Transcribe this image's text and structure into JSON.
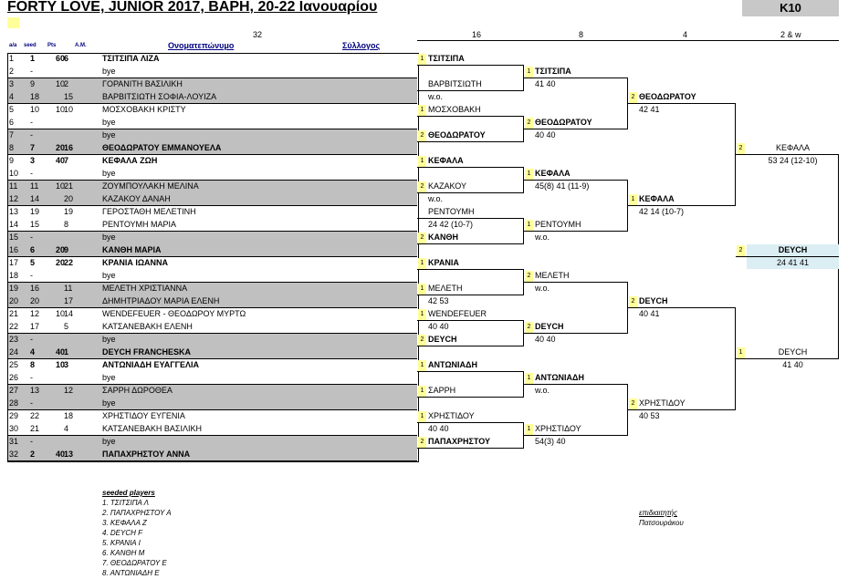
{
  "title": "FORTY LOVE, JUNIOR 2017, ΒΑΡΗ, 20-22 Ιανουαρίου",
  "category": "K10",
  "headers": {
    "aa": "a/a",
    "seed": "seed",
    "pts": "Pts",
    "am": "A.M.",
    "name": "Ονοματεπώνυμο",
    "club": "Σύλλογος",
    "r32": "32",
    "r16": "16",
    "r8": "8",
    "r4": "4",
    "final": "2 & w"
  },
  "rows": [
    {
      "n": "1",
      "seed": "1",
      "pts": "60",
      "am": "6",
      "name": "ΤΣΙΤΣΙΠΑ ΛΙΖΑ",
      "bold": true,
      "gray": false
    },
    {
      "n": "2",
      "seed": "-",
      "pts": "",
      "am": "",
      "name": "bye",
      "bold": false,
      "gray": false
    },
    {
      "n": "3",
      "seed": "9",
      "pts": "10",
      "am": "2",
      "name": "ΓΟΡΑΝΙΤΗ ΒΑΣΙΛΙΚΗ",
      "bold": false,
      "gray": true
    },
    {
      "n": "4",
      "seed": "18",
      "pts": "",
      "am": "15",
      "name": "ΒΑΡΒΙΤΣΙΩΤΗ ΣΟΦΙΑ-ΛΟΥΙΖΑ",
      "bold": false,
      "gray": true
    },
    {
      "n": "5",
      "seed": "10",
      "pts": "10",
      "am": "10",
      "name": "ΜΟΣΧΟΒΑΚΗ ΚΡΙΣΤΥ",
      "bold": false,
      "gray": false
    },
    {
      "n": "6",
      "seed": "-",
      "pts": "",
      "am": "",
      "name": "bye",
      "bold": false,
      "gray": false
    },
    {
      "n": "7",
      "seed": "-",
      "pts": "",
      "am": "",
      "name": "bye",
      "bold": false,
      "gray": true
    },
    {
      "n": "8",
      "seed": "7",
      "pts": "20",
      "am": "16",
      "name": "ΘΕΟΔΩΡΑΤΟΥ ΕΜΜΑΝΟΥΕΛΑ",
      "bold": true,
      "gray": true
    },
    {
      "n": "9",
      "seed": "3",
      "pts": "40",
      "am": "7",
      "name": "ΚΕΦΑΛΑ ΖΩΗ",
      "bold": true,
      "gray": false
    },
    {
      "n": "10",
      "seed": "-",
      "pts": "",
      "am": "",
      "name": "bye",
      "bold": false,
      "gray": false
    },
    {
      "n": "11",
      "seed": "11",
      "pts": "10",
      "am": "21",
      "name": "ΖΟΥΜΠΟΥΛΑΚΗ ΜΕΛΙΝΑ",
      "bold": false,
      "gray": true
    },
    {
      "n": "12",
      "seed": "14",
      "pts": "",
      "am": "20",
      "name": "ΚΑΖΑΚΟΥ ΔΑΝΑΗ",
      "bold": false,
      "gray": true
    },
    {
      "n": "13",
      "seed": "19",
      "pts": "",
      "am": "19",
      "name": "ΓΕΡΟΣΤΑΘΗ ΜΕΛΕΤΙΝΗ",
      "bold": false,
      "gray": false
    },
    {
      "n": "14",
      "seed": "15",
      "pts": "",
      "am": "8",
      "name": "ΡΕΝΤΟΥΜΗ ΜΑΡΙΑ",
      "bold": false,
      "gray": false
    },
    {
      "n": "15",
      "seed": "-",
      "pts": "",
      "am": "",
      "name": "bye",
      "bold": false,
      "gray": true
    },
    {
      "n": "16",
      "seed": "6",
      "pts": "20",
      "am": "9",
      "name": "ΚΑΝΘΗ ΜΑΡΙΑ",
      "bold": true,
      "gray": true
    },
    {
      "n": "17",
      "seed": "5",
      "pts": "20",
      "am": "22",
      "name": "ΚΡΑΝΙΑ ΙΩΑΝΝΑ",
      "bold": true,
      "gray": false
    },
    {
      "n": "18",
      "seed": "-",
      "pts": "",
      "am": "",
      "name": "bye",
      "bold": false,
      "gray": false
    },
    {
      "n": "19",
      "seed": "16",
      "pts": "",
      "am": "11",
      "name": "ΜΕΛΕΤΗ ΧΡΙΣΤΙΑΝΝΑ",
      "bold": false,
      "gray": true
    },
    {
      "n": "20",
      "seed": "20",
      "pts": "",
      "am": "17",
      "name": "ΔΗΜΗΤΡΙΑΔΟΥ ΜΑΡΙΑ ΕΛΕΝΗ",
      "bold": false,
      "gray": true
    },
    {
      "n": "21",
      "seed": "12",
      "pts": "10",
      "am": "14",
      "name": "WENDEFEUER - ΘΕΟΔΩΡΟΥ ΜΥΡΤΩ",
      "bold": false,
      "gray": false
    },
    {
      "n": "22",
      "seed": "17",
      "pts": "",
      "am": "5",
      "name": "ΚΑΤΣΑΝΕΒΑΚΗ ΕΛΕΝΗ",
      "bold": false,
      "gray": false
    },
    {
      "n": "23",
      "seed": "-",
      "pts": "",
      "am": "",
      "name": "bye",
      "bold": false,
      "gray": true
    },
    {
      "n": "24",
      "seed": "4",
      "pts": "40",
      "am": "1",
      "name": "DEYCH FRANCHESKA",
      "bold": true,
      "gray": true
    },
    {
      "n": "25",
      "seed": "8",
      "pts": "10",
      "am": "3",
      "name": "ΑΝΤΩΝΙΑΔΗ ΕΥΑΓΓΕΛΙΑ",
      "bold": true,
      "gray": false
    },
    {
      "n": "26",
      "seed": "-",
      "pts": "",
      "am": "",
      "name": "bye",
      "bold": false,
      "gray": false
    },
    {
      "n": "27",
      "seed": "13",
      "pts": "",
      "am": "12",
      "name": "ΣΑΡΡΗ ΔΩΡΟΘΕΑ",
      "bold": false,
      "gray": true
    },
    {
      "n": "28",
      "seed": "-",
      "pts": "",
      "am": "",
      "name": "bye",
      "bold": false,
      "gray": true
    },
    {
      "n": "29",
      "seed": "22",
      "pts": "",
      "am": "18",
      "name": "ΧΡΗΣΤΙΔΟΥ ΕΥΓΕΝΙΑ",
      "bold": false,
      "gray": false
    },
    {
      "n": "30",
      "seed": "21",
      "pts": "",
      "am": "4",
      "name": "ΚΑΤΣΑΝΕΒΑΚΗ ΒΑΣΙΛΙΚΗ",
      "bold": false,
      "gray": false
    },
    {
      "n": "31",
      "seed": "-",
      "pts": "",
      "am": "",
      "name": "bye",
      "bold": false,
      "gray": true
    },
    {
      "n": "32",
      "seed": "2",
      "pts": "40",
      "am": "13",
      "name": "ΠΑΠΑΧΡΗΣΤΟΥ ΑΝΝΑ",
      "bold": true,
      "gray": true
    }
  ],
  "round16": [
    {
      "seed": "1",
      "winner": "ΤΣΙΤΣΙΠΑ",
      "score": "",
      "bold": true
    },
    {
      "seed": "",
      "winner": "ΒΑΡΒΙΤΣΙΩΤΗ",
      "score": "w.o.",
      "bold": false
    },
    {
      "seed": "1",
      "winner": "ΜΟΣΧΟΒΑΚΗ",
      "score": "",
      "bold": false
    },
    {
      "seed": "2",
      "winner": "ΘΕΟΔΩΡΑΤΟΥ",
      "score": "",
      "bold": true
    },
    {
      "seed": "1",
      "winner": "ΚΕΦΑΛΑ",
      "score": "",
      "bold": true
    },
    {
      "seed": "2",
      "winner": "ΚΑΖΑΚΟΥ",
      "score": "w.o.",
      "bold": false
    },
    {
      "seed": "",
      "winner": "ΡΕΝΤΟΥΜΗ",
      "score": "24 42 (10-7)",
      "bold": false
    },
    {
      "seed": "2",
      "winner": "ΚΑΝΘΗ",
      "score": "",
      "bold": true
    },
    {
      "seed": "1",
      "winner": "ΚΡΑΝΙΑ",
      "score": "",
      "bold": true
    },
    {
      "seed": "1",
      "winner": "ΜΕΛΕΤΗ",
      "score": "42 53",
      "bold": false
    },
    {
      "seed": "1",
      "winner": "WENDEFEUER",
      "score": "40 40",
      "bold": false
    },
    {
      "seed": "2",
      "winner": "DEYCH",
      "score": "",
      "bold": true
    },
    {
      "seed": "1",
      "winner": "ΑΝΤΩΝΙΑΔΗ",
      "score": "",
      "bold": true
    },
    {
      "seed": "1",
      "winner": "ΣΑΡΡΗ",
      "score": "",
      "bold": false
    },
    {
      "seed": "1",
      "winner": "ΧΡΗΣΤΙΔΟΥ",
      "score": "40 40",
      "bold": false
    },
    {
      "seed": "2",
      "winner": "ΠΑΠΑΧΡΗΣΤΟΥ",
      "score": "",
      "bold": true
    }
  ],
  "round8": [
    {
      "seed": "1",
      "winner": "ΤΣΙΤΣΙΠΑ",
      "score": "41 40",
      "bold": true
    },
    {
      "seed": "2",
      "winner": "ΘΕΟΔΩΡΑΤΟΥ",
      "score": "40 40",
      "bold": true
    },
    {
      "seed": "1",
      "winner": "ΚΕΦΑΛΑ",
      "score": "45(8) 41 (11-9)",
      "bold": true
    },
    {
      "seed": "1",
      "winner": "ΡΕΝΤΟΥΜΗ",
      "score": "w.o.",
      "bold": false
    },
    {
      "seed": "2",
      "winner": "ΜΕΛΕΤΗ",
      "score": "w.o.",
      "bold": false
    },
    {
      "seed": "2",
      "winner": "DEYCH",
      "score": "40 40",
      "bold": true
    },
    {
      "seed": "1",
      "winner": "ΑΝΤΩΝΙΑΔΗ",
      "score": "w.o.",
      "bold": true
    },
    {
      "seed": "1",
      "winner": "ΧΡΗΣΤΙΔΟΥ",
      "score": "54(3) 40",
      "bold": false
    }
  ],
  "round4": [
    {
      "seed": "2",
      "winner": "ΘΕΟΔΩΡΑΤΟΥ",
      "score": "42 41",
      "bold": true
    },
    {
      "seed": "1",
      "winner": "ΚΕΦΑΛΑ",
      "score": "42 14 (10-7)",
      "bold": true
    },
    {
      "seed": "2",
      "winner": "DEYCH",
      "score": "40 41",
      "bold": true
    },
    {
      "seed": "2",
      "winner": "ΧΡΗΣΤΙΔΟΥ",
      "score": "40 53",
      "bold": false
    }
  ],
  "semis": [
    {
      "seed": "2",
      "winner": "ΚΕΦΑΛΑ",
      "score": "53 24 (12-10)"
    },
    {
      "seed": "1",
      "winner": "DEYCH",
      "score": "41 40"
    }
  ],
  "final": {
    "seed": "2",
    "winner": "DEYCH",
    "score": "24 41 41"
  },
  "seeded_title": "seeded players",
  "seeded": [
    "1. ΤΣΙΤΣΙΠΑ Λ",
    "2. ΠΑΠΑΧΡΗΣΤΟΥ Α",
    "3. ΚΕΦΑΛΑ Ζ",
    "4. DEYCH F",
    "5. ΚΡΑΝΙΑ Ι",
    "6. ΚΑΝΘΗ Μ",
    "7. ΘΕΟΔΩΡΑΤΟΥ Ε",
    "8. ΑΝΤΩΝΙΑΔΗ Ε"
  ],
  "supervisor_label": "επιδιαιτητής",
  "supervisor_name": "Πατσουράκου"
}
